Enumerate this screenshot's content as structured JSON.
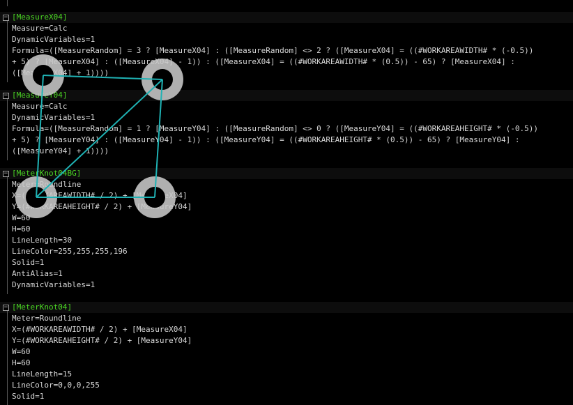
{
  "editor": {
    "sections": [
      {
        "header": "[MeasureX04]",
        "lines": [
          "Measure=Calc",
          "DynamicVariables=1",
          "Formula=([MeasureRandom] = 3 ? [MeasureX04] : ([MeasureRandom] <> 2 ? ([MeasureX04] = ((#WORKAREAWIDTH# * (-0.5))",
          "+ 5) ? [MeasureX04] : ([MeasureX04] - 1)) : ([MeasureX04] = ((#WORKAREAWIDTH# * (0.5)) - 65) ? [MeasureX04] :",
          "([MeasureX04] + 1))))"
        ]
      },
      {
        "header": "[MeasureY04]",
        "lines": [
          "Measure=Calc",
          "DynamicVariables=1",
          "Formula=([MeasureRandom] = 1 ? [MeasureY04] : ([MeasureRandom] <> 0 ? ([MeasureY04] = ((#WORKAREAHEIGHT# * (-0.5))",
          "+ 5) ? [MeasureY04] : ([MeasureY04] - 1)) : ([MeasureY04] = ((#WORKAREAHEIGHT# * (0.5)) - 65) ? [MeasureY04] :",
          "([MeasureY04] + 1))))"
        ]
      },
      {
        "header": "[MeterKnot04BG]",
        "lines": [
          "Meter=Roundline",
          "X=(#WORKAREAWIDTH# / 2) + [MeasureX04]",
          "Y=(#WORKAREAHEIGHT# / 2) + [MeasureY04]",
          "W=60",
          "H=60",
          "LineLength=30",
          "LineColor=255,255,255,196",
          "Solid=1",
          "AntiAlias=1",
          "DynamicVariables=1"
        ]
      },
      {
        "header": "[MeterKnot04]",
        "lines": [
          "Meter=Roundline",
          "X=(#WORKAREAWIDTH# / 2) + [MeasureX04]",
          "Y=(#WORKAREAHEIGHT# / 2) + [MeasureY04]",
          "W=60",
          "H=60",
          "LineLength=15",
          "LineColor=0,0,0,255",
          "Solid=1"
        ]
      }
    ]
  },
  "overlay": {
    "knot_ring_color": "#c8c8c8",
    "knot_center_color": "#000000",
    "link_color": "#1fb2b4"
  },
  "colors": {
    "background": "#000000",
    "text": "#d8d8d8",
    "section_header": "#4cd824",
    "fold_box": "#a0a0a0"
  }
}
